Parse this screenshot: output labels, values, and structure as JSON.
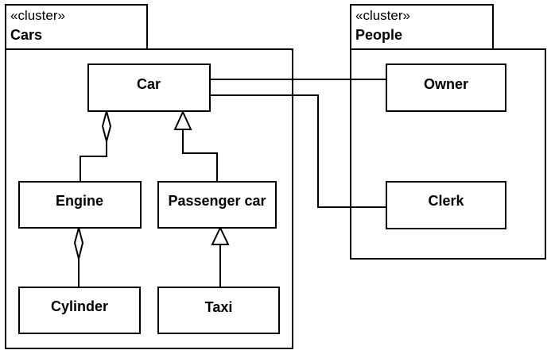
{
  "packages": [
    {
      "id": "cars",
      "stereotype": "«cluster»",
      "name": "Cars"
    },
    {
      "id": "people",
      "stereotype": "«cluster»",
      "name": "People"
    }
  ],
  "classes": {
    "car": "Car",
    "engine": "Engine",
    "passenger_car": "Passenger car",
    "cylinder": "Cylinder",
    "taxi": "Taxi",
    "owner": "Owner",
    "clerk": "Clerk"
  },
  "relations": [
    {
      "type": "aggregation",
      "whole": "Car",
      "part": "Engine"
    },
    {
      "type": "aggregation",
      "whole": "Engine",
      "part": "Cylinder"
    },
    {
      "type": "generalization",
      "parent": "Car",
      "child": "Passenger car"
    },
    {
      "type": "generalization",
      "parent": "Passenger car",
      "child": "Taxi"
    },
    {
      "type": "association",
      "ends": [
        "Car",
        "Owner"
      ]
    },
    {
      "type": "association",
      "ends": [
        "Car",
        "Clerk"
      ]
    }
  ]
}
